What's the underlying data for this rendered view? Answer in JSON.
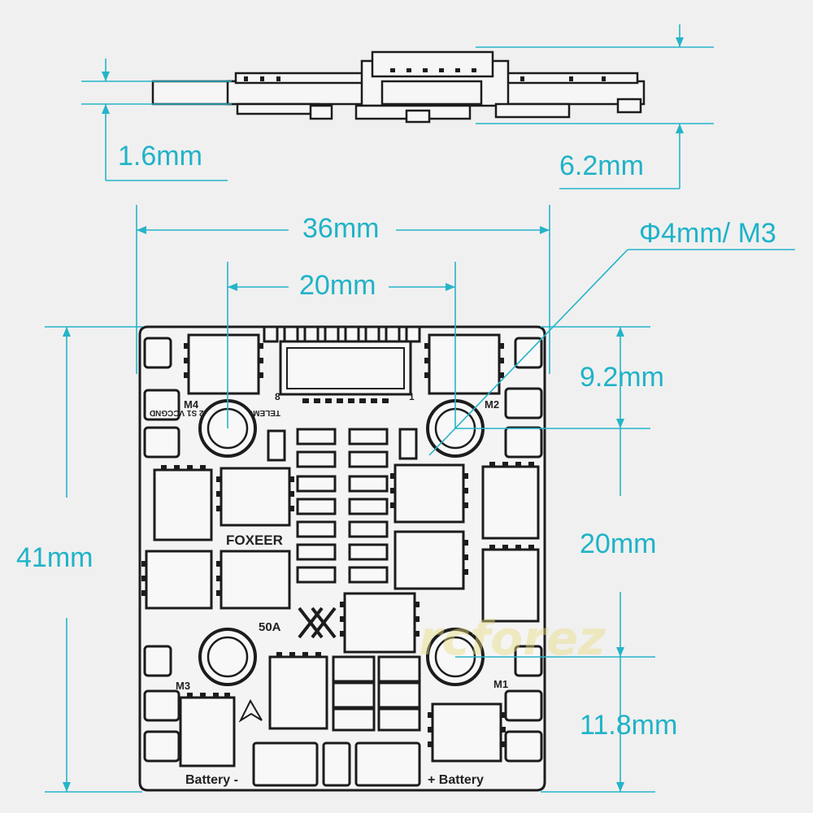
{
  "dimensions": {
    "pcb_thickness": "1.6mm",
    "total_height": "6.2mm",
    "board_width": "36mm",
    "mount_spacing_x": "20mm",
    "mount_hole": "Φ4mm/ M3",
    "board_height": "41mm",
    "top_offset": "9.2mm",
    "mount_spacing_y": "20mm",
    "bottom_offset": "11.8mm"
  },
  "silkscreen": {
    "motor_4": "M4",
    "motor_2": "M2",
    "motor_3": "M3",
    "motor_1": "M1",
    "brand": "FOXEER",
    "current": "50A",
    "battery_neg": "Battery -",
    "battery_pos": "+ Battery",
    "pin_1": "1",
    "pin_8": "8",
    "pin_labels": "TELEMCurr S4 S3 S2 S1 VCCGND"
  },
  "watermark": "rcforez",
  "colors": {
    "dimension": "#1fb3c8",
    "outline": "#1c1c1c",
    "background": "#f0f0f0"
  }
}
